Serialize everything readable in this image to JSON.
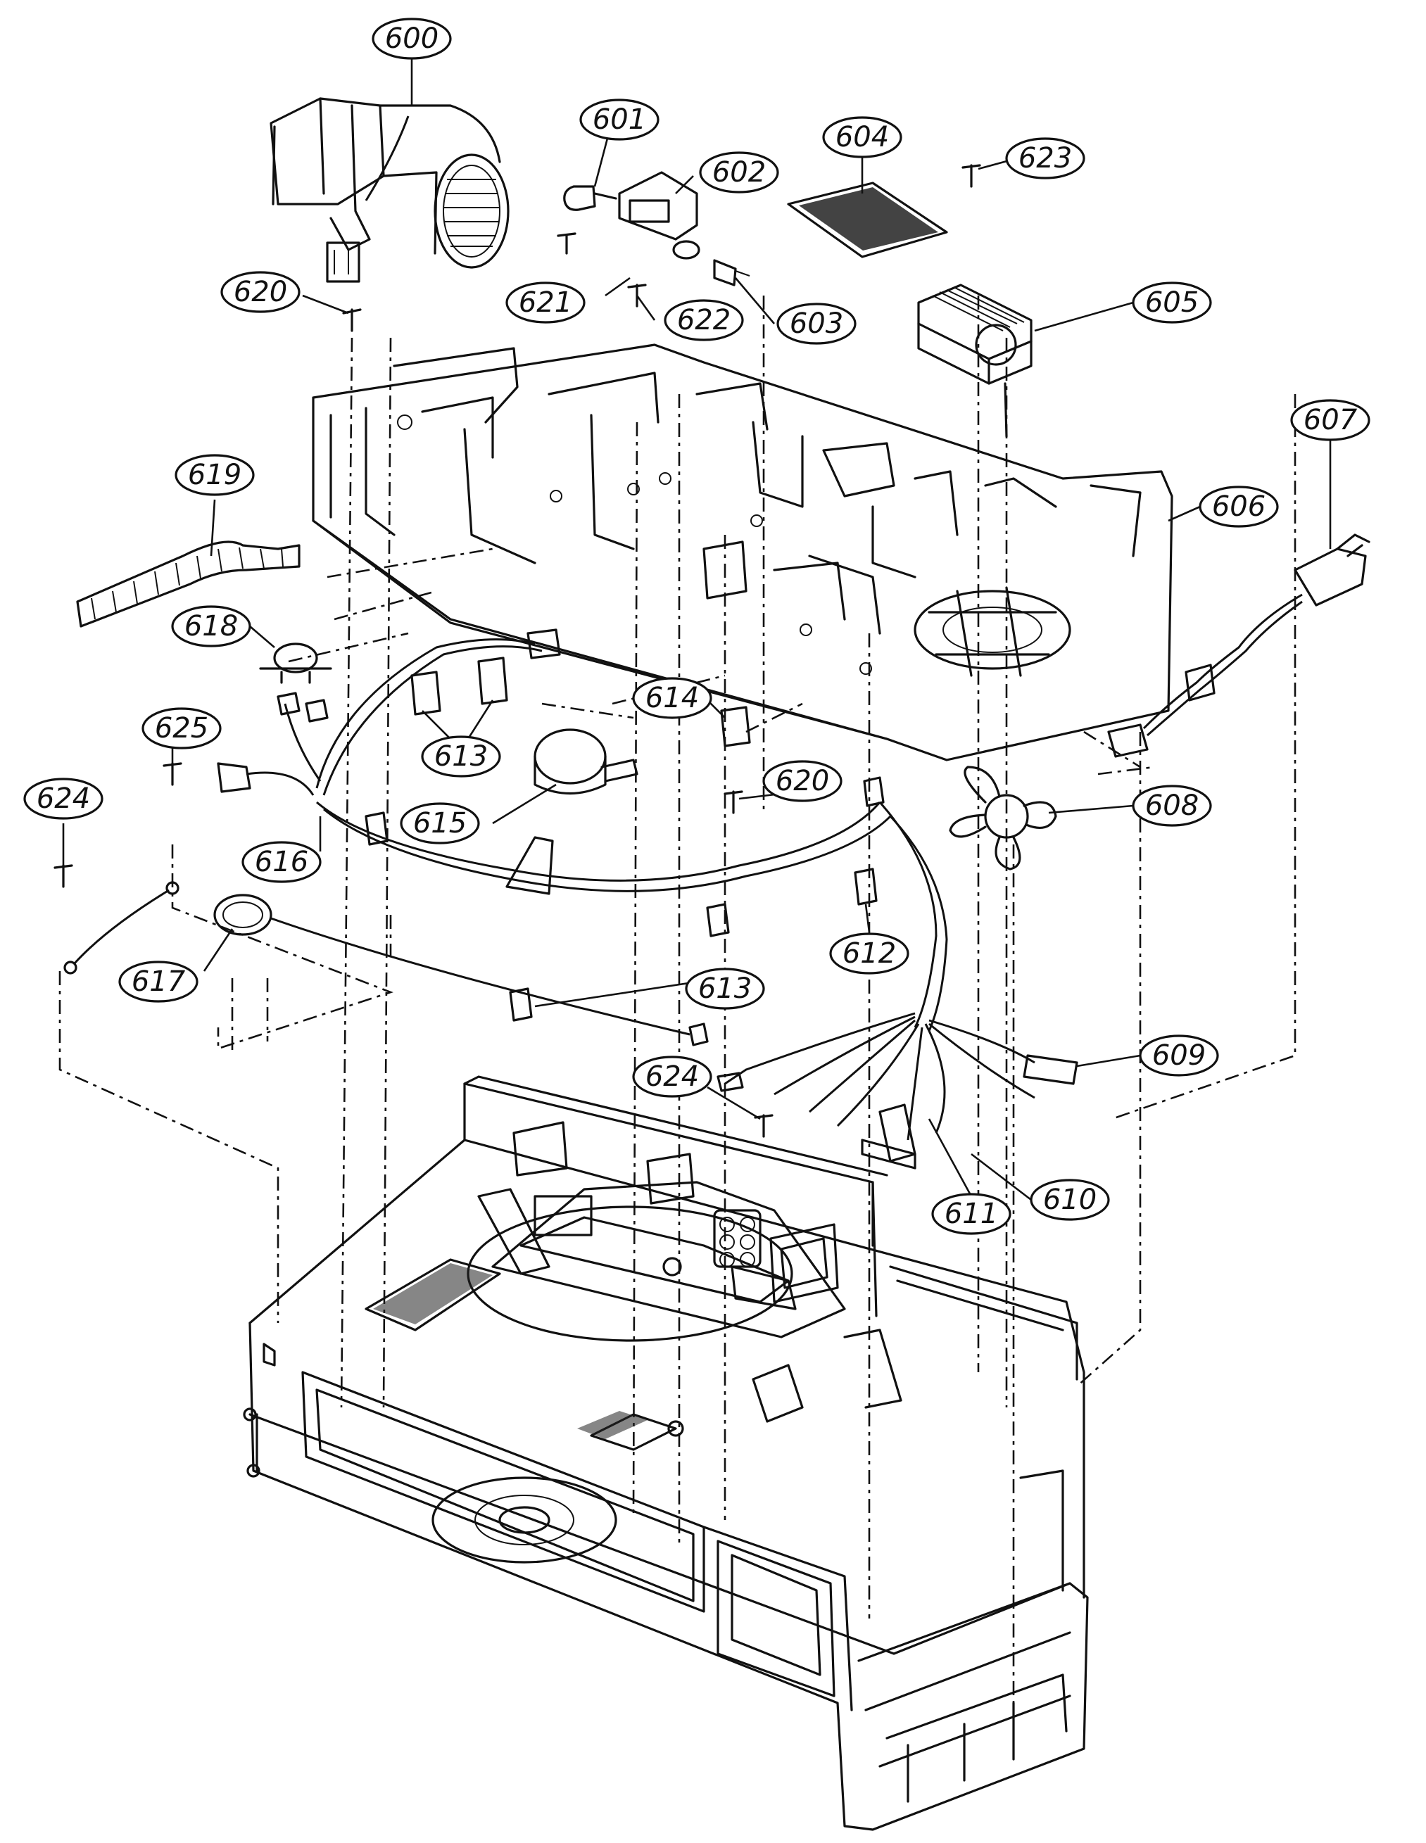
{
  "diagram": {
    "labels": [
      {
        "id": "l600",
        "text": "600"
      },
      {
        "id": "l601",
        "text": "601"
      },
      {
        "id": "l602",
        "text": "602"
      },
      {
        "id": "l603",
        "text": "603"
      },
      {
        "id": "l604",
        "text": "604"
      },
      {
        "id": "l605",
        "text": "605"
      },
      {
        "id": "l606",
        "text": "606"
      },
      {
        "id": "l607",
        "text": "607"
      },
      {
        "id": "l608",
        "text": "608"
      },
      {
        "id": "l609",
        "text": "609"
      },
      {
        "id": "l610",
        "text": "610"
      },
      {
        "id": "l611",
        "text": "611"
      },
      {
        "id": "l612",
        "text": "612"
      },
      {
        "id": "l613a",
        "text": "613"
      },
      {
        "id": "l613b",
        "text": "613"
      },
      {
        "id": "l614",
        "text": "614"
      },
      {
        "id": "l615",
        "text": "615"
      },
      {
        "id": "l616",
        "text": "616"
      },
      {
        "id": "l617",
        "text": "617"
      },
      {
        "id": "l618",
        "text": "618"
      },
      {
        "id": "l619",
        "text": "619"
      },
      {
        "id": "l620a",
        "text": "620"
      },
      {
        "id": "l620b",
        "text": "620"
      },
      {
        "id": "l621",
        "text": "621"
      },
      {
        "id": "l622",
        "text": "622"
      },
      {
        "id": "l623",
        "text": "623"
      },
      {
        "id": "l624a",
        "text": "624"
      },
      {
        "id": "l624b",
        "text": "624"
      },
      {
        "id": "l625",
        "text": "625"
      }
    ]
  }
}
